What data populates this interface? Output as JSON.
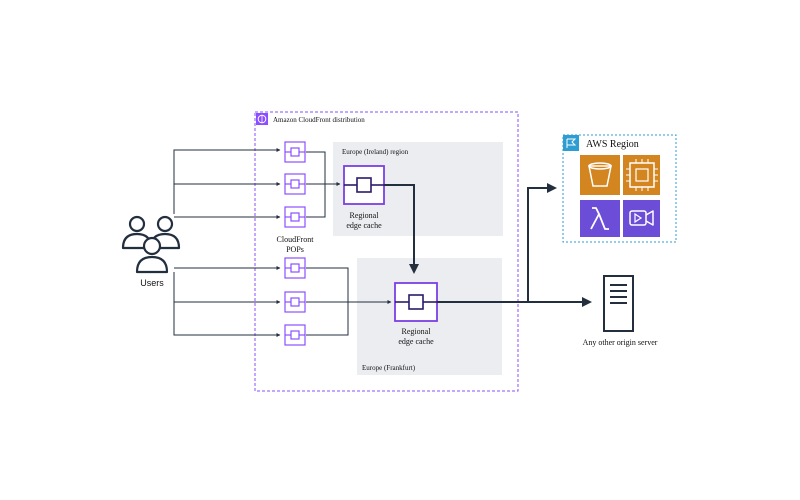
{
  "users": {
    "label": "Users"
  },
  "distribution": {
    "title": "Amazon CloudFront distribution"
  },
  "pops": {
    "label_line1": "CloudFront",
    "label_line2": "POPs"
  },
  "ireland": {
    "region_label": "Europe (Ireland) region",
    "cache_label_line1": "Regional",
    "cache_label_line2": "edge cache"
  },
  "frankfurt": {
    "region_label": "Europe (Frankfurt)",
    "cache_label_line1": "Regional",
    "cache_label_line2": "edge cache"
  },
  "aws_region": {
    "title": "AWS Region",
    "services": [
      {
        "icon": "s3-bucket-icon",
        "color": "#D3851F"
      },
      {
        "icon": "ec2-chip-icon",
        "color": "#D3851F"
      },
      {
        "icon": "lambda-icon",
        "color": "#6B4DD8"
      },
      {
        "icon": "media-video-icon",
        "color": "#6B4DD8"
      }
    ]
  },
  "origin_server": {
    "label": "Any other origin server"
  },
  "colors": {
    "cloudfront_purple": "#8C4FFF",
    "region_blue": "#2E9DD1",
    "arrow_dark": "#232F3E",
    "connector_dark": "#232F3E",
    "region_bg": "#ECEDF1"
  }
}
